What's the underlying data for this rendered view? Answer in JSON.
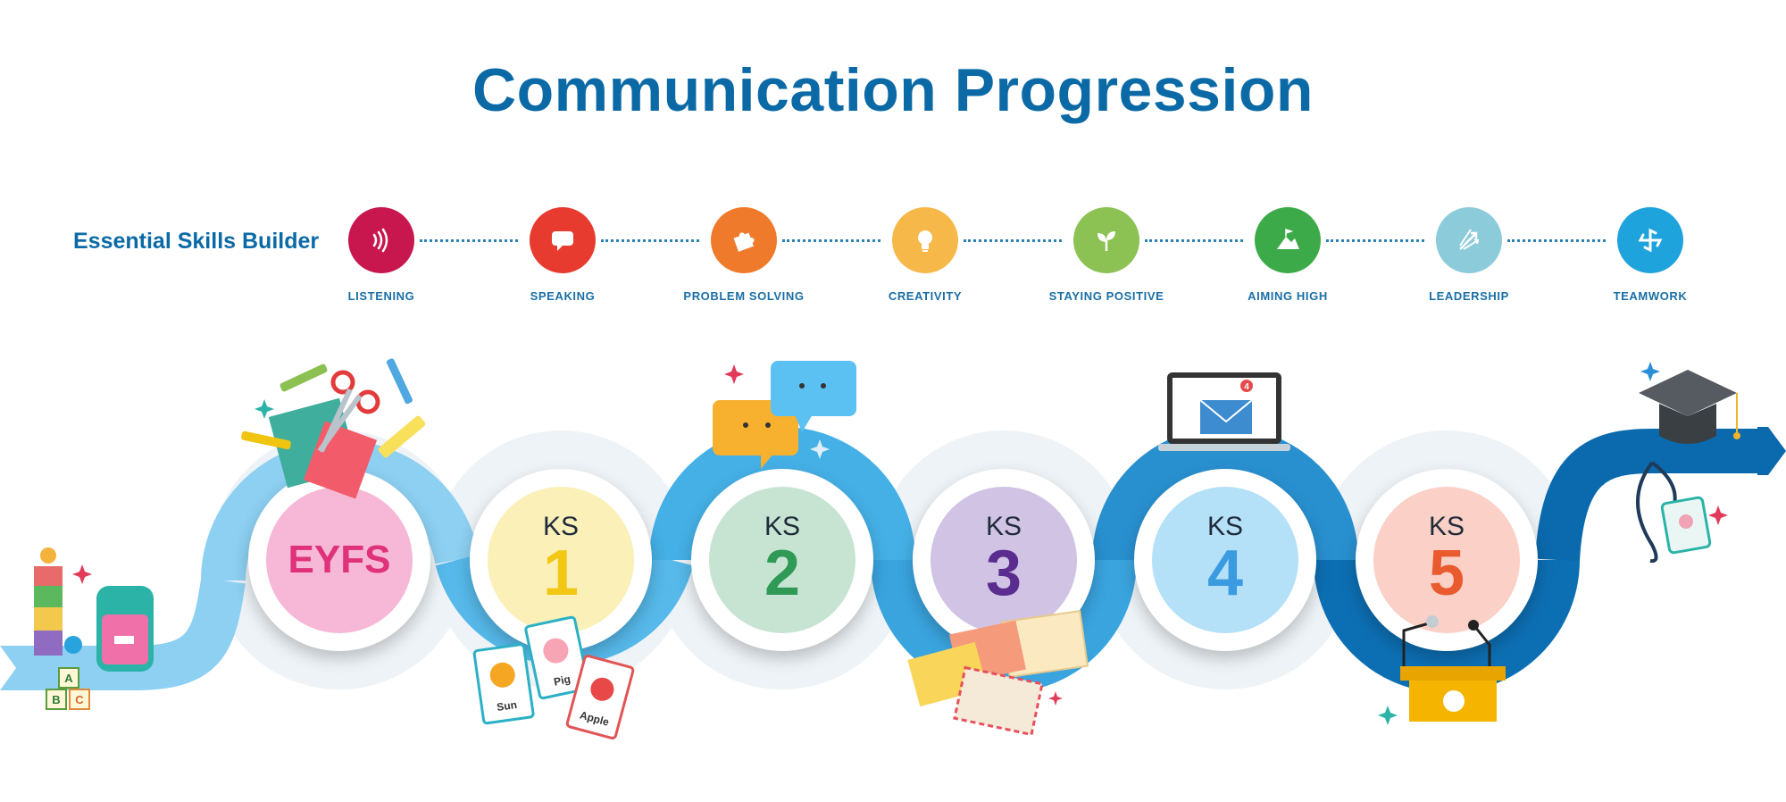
{
  "title": "Communication Progression",
  "essential_skills": {
    "label": "Essential Skills Builder",
    "items": [
      {
        "label": "LISTENING",
        "icon": "listening-icon",
        "color": "#c8164f"
      },
      {
        "label": "SPEAKING",
        "icon": "speech-bubble-icon",
        "color": "#e63b2e"
      },
      {
        "label": "PROBLEM SOLVING",
        "icon": "puzzle-piece-icon",
        "color": "#ef7a2b"
      },
      {
        "label": "CREATIVITY",
        "icon": "lightbulb-icon",
        "color": "#f7b84a"
      },
      {
        "label": "STAYING POSITIVE",
        "icon": "sprout-icon",
        "color": "#8cc153"
      },
      {
        "label": "AIMING HIGH",
        "icon": "mountain-flag-icon",
        "color": "#3daa4a"
      },
      {
        "label": "LEADERSHIP",
        "icon": "arrows-icon",
        "color": "#8ccbd9"
      },
      {
        "label": "TEAMWORK",
        "icon": "teamwork-icon",
        "color": "#1ea3dc"
      }
    ]
  },
  "stages": [
    {
      "top": "",
      "bottom": "EYFS",
      "fill": "#f6b8d6",
      "color": "#e0327a"
    },
    {
      "top": "KS",
      "bottom": "1",
      "fill": "#faf0b8",
      "color": "#f3c814"
    },
    {
      "top": "KS",
      "bottom": "2",
      "fill": "#c7e4d3",
      "color": "#2e9a55"
    },
    {
      "top": "KS",
      "bottom": "3",
      "fill": "#d0c3e4",
      "color": "#5b2c8f"
    },
    {
      "top": "KS",
      "bottom": "4",
      "fill": "#b4e0f8",
      "color": "#3a9be0"
    },
    {
      "top": "KS",
      "bottom": "5",
      "fill": "#fbd0c6",
      "color": "#ea5a2f"
    }
  ],
  "illustrations": {
    "flash_cards": [
      "Sun",
      "Pig",
      "Apple"
    ],
    "blocks": [
      "A",
      "B",
      "C"
    ],
    "notification_count": "4"
  }
}
